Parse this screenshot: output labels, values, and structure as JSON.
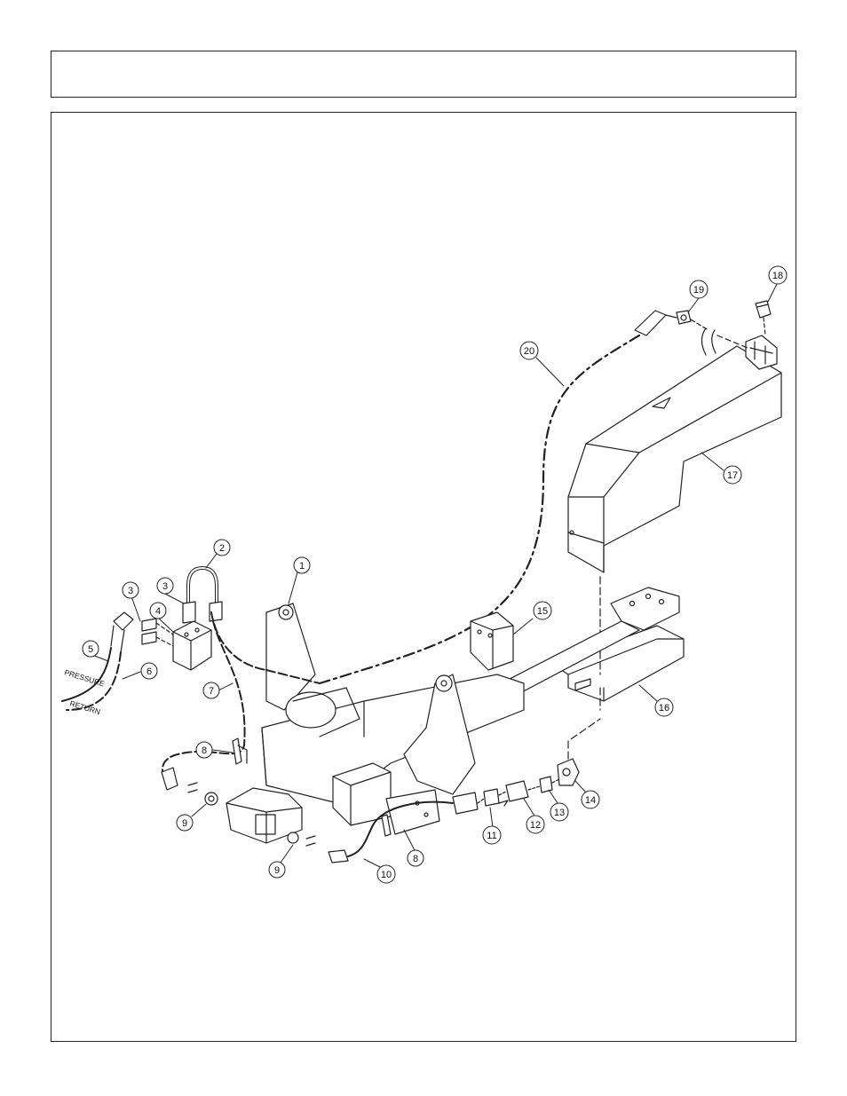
{
  "header": {
    "title": ""
  },
  "figure": {
    "callouts": [
      "1",
      "2",
      "3",
      "3",
      "4",
      "5",
      "6",
      "7",
      "8",
      "8",
      "9",
      "9",
      "10",
      "11",
      "12",
      "13",
      "14",
      "15",
      "16",
      "17",
      "18",
      "19",
      "20"
    ],
    "labels": {
      "pressure": "PRESSURE",
      "return": "RETURN"
    }
  }
}
